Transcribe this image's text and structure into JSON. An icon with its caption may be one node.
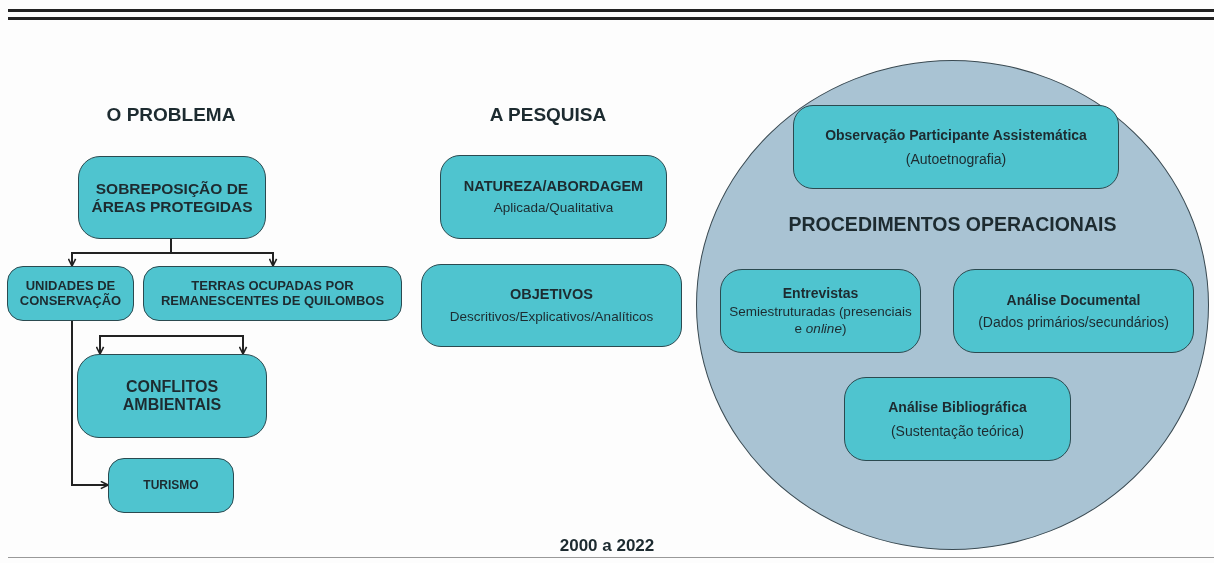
{
  "diagram": {
    "nodes": [
      {
        "text": [
          "SOBREPOSIÇÃO DE ÁREAS PROTEGIDAS"
        ]
      },
      {
        "text": [
          "UNIDADES DE CONSERVAÇÃO"
        ]
      },
      {
        "text": [
          "TERRAS OCUPADAS POR REMANESCENTES DE QUILOMBOS"
        ]
      },
      {
        "text": [
          "CONFLITOS AMBIENTAIS"
        ]
      },
      {
        "text": [
          "TURISMO"
        ]
      },
      {
        "text": [
          "NATUREZA/ABORDAGEM",
          "Aplicada/Qualitativa"
        ]
      },
      {
        "text": [
          "OBJETIVOS",
          "Descritivos/Explicativos/Analíticos"
        ]
      },
      {
        "text": [
          "PROCEDIMENTOS OPERACIONAIS"
        ]
      },
      {
        "text": [
          "Observação Participante Assistemática",
          "(Autoetnografia)"
        ],
        "in": 7
      },
      {
        "text": [
          "Entrevistas",
          "Semiestruturadas (presenciais e *online*)"
        ],
        "in": 7
      },
      {
        "text": [
          "Análise Documental",
          "(Dados primários/secundários)"
        ],
        "in": 7
      },
      {
        "text": [
          "Análise Bibliográfica",
          "(Sustentação teórica)"
        ],
        "in": 7
      }
    ],
    "edges": [
      {
        "from": 0,
        "to": 1,
        "arrow": "to"
      },
      {
        "from": 0,
        "to": 2,
        "arrow": "to"
      },
      {
        "from": null,
        "to": 3,
        "arrow": "to"
      },
      {
        "from": null,
        "to": 3,
        "arrow": "to"
      },
      {
        "from": 1,
        "to": 4,
        "arrow": "to"
      }
    ],
    "labels": [
      "O PROBLEMA",
      "A PESQUISA",
      "2000 a 2022"
    ]
  }
}
